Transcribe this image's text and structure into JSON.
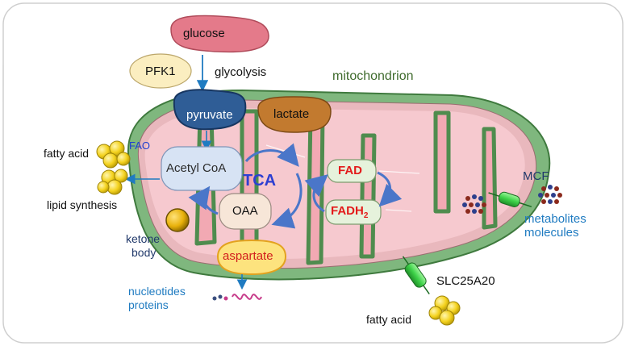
{
  "labels": {
    "glucose": "glucose",
    "pfk1": "PFK1",
    "glycolysis": "glycolysis",
    "mitochondrion": "mitochondrion",
    "pyruvate": "pyruvate",
    "lactate": "lactate",
    "fao": "FAO",
    "fatty_acid_left": "fatty acid",
    "acetyl_coa": "Acetyl CoA",
    "tca": "TCA",
    "oaa": "OAA",
    "lipid_synthesis": "lipid synthesis",
    "ketone_body_line1": "ketone",
    "ketone_body_line2": "body",
    "aspartate": "aspartate",
    "nucleotides": "nucleotides",
    "proteins": "proteins",
    "fad": "FAD",
    "fadh2_main": "FADH",
    "fadh2_sub": "2",
    "mcf": "MCF",
    "metabolites": "metabolites",
    "molecules": "molecules",
    "slc25a20": "SLC25A20",
    "fatty_acid_bottom": "fatty acid"
  },
  "colors": {
    "outer_membrane": "#7fb77e",
    "matrix": "#f6c9cf",
    "cristae": "#f2a9b3",
    "glucose": "#e47a8a",
    "pyruvate": "#2f5d96",
    "lactate": "#c27a2f",
    "acetyl_coa_box": "#d7e3f4",
    "tca_arrow": "#4a76c9",
    "fad_box": "#e6f2dc",
    "fad_text": "#e31b1b",
    "aspartate_text": "#d21e1e",
    "transporter": "#3fd34a",
    "fatty_acid": "#f4d21e",
    "label_blue": "#1f7bc1"
  }
}
